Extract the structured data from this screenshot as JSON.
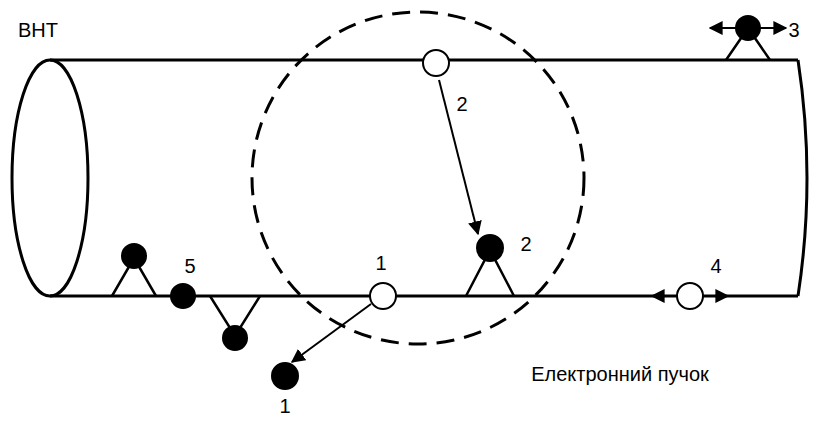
{
  "diagram": {
    "labels": [
      "ВНТ",
      "3",
      "2",
      "2",
      "5",
      "1",
      "4",
      "1",
      "Електронний пучок"
    ]
  }
}
